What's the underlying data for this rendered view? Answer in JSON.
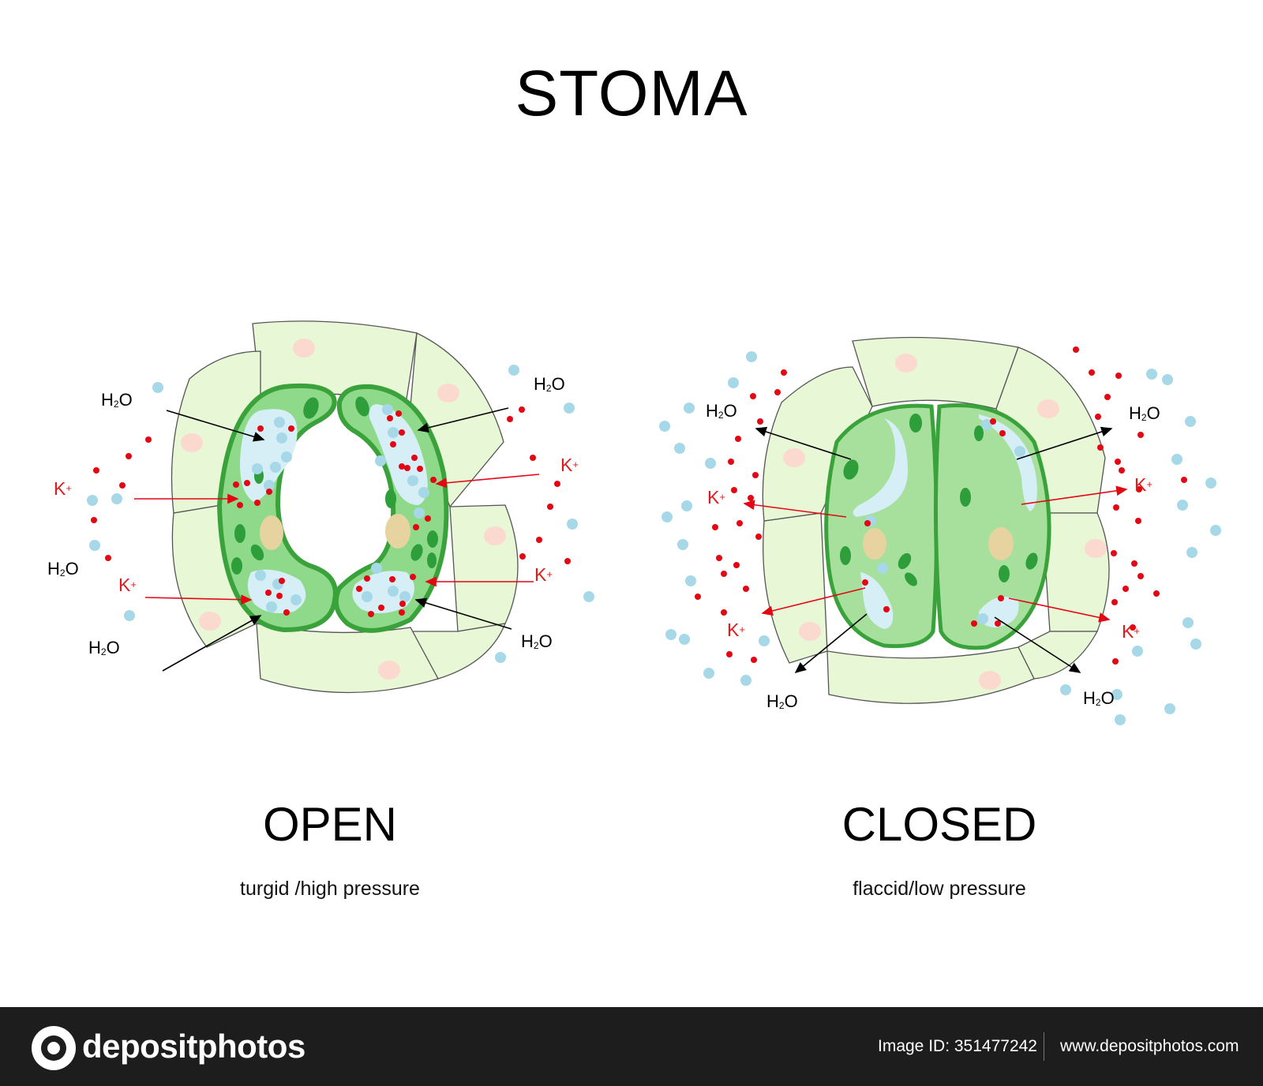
{
  "title": "STOMA",
  "open": {
    "state_label": "OPEN",
    "condition": "turgid /high pressure"
  },
  "closed": {
    "state_label": "CLOSED",
    "condition": "flaccid/low pressure"
  },
  "labels": {
    "water": "H",
    "water_sub": "2",
    "water_tail": "O",
    "potassium": "K",
    "potassium_sup": "+"
  },
  "colors": {
    "epidermal_cell": "#e8f7d6",
    "guard_cell": "#8fd98a",
    "guard_cell_outline": "#3aa23a",
    "chloroplast": "#2e9e3a",
    "vacuole": "#d6eef6",
    "water_dot": "#a7d8e8",
    "potassium_dot": "#e30613",
    "nucleus": "#e6d3a0"
  },
  "footer": {
    "brand": "depositphotos",
    "image_id": "Image ID: 351477242",
    "site": "www.depositphotos.com"
  }
}
